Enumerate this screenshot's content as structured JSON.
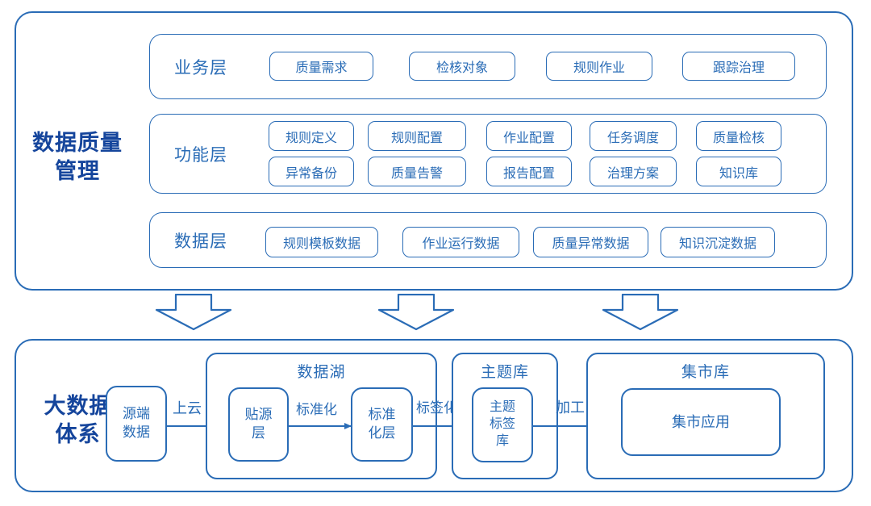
{
  "colors": {
    "accent": "#2a6cb6",
    "title_text": "#15459c"
  },
  "quality_management": {
    "title": "数据质量\n管理",
    "layers": {
      "business": {
        "label": "业务层",
        "items": [
          "质量需求",
          "检核对象",
          "规则作业",
          "跟踪治理"
        ]
      },
      "function": {
        "label": "功能层",
        "row1": [
          "规则定义",
          "规则配置",
          "作业配置",
          "任务调度",
          "质量检核"
        ],
        "row2": [
          "异常备份",
          "质量告警",
          "报告配置",
          "治理方案",
          "知识库"
        ]
      },
      "data": {
        "label": "数据层",
        "items": [
          "规则模板数据",
          "作业运行数据",
          "质量异常数据",
          "知识沉淀数据"
        ]
      }
    }
  },
  "big_data_system": {
    "title": "大数据\n体系",
    "source_node": "源端\n数据",
    "data_lake": {
      "label": "数据湖",
      "ods_node": "贴源\n层",
      "standard_node": "标准\n化层"
    },
    "theme_library": {
      "label": "主题库",
      "theme_tag_node": "主题\n标签\n库"
    },
    "mart_library": {
      "label": "集市库",
      "mart_app_node": "集市应用"
    },
    "flow_labels": {
      "to_cloud": "上云",
      "standardize": "标准化",
      "tagging": "标签化",
      "processing": "加工"
    }
  }
}
